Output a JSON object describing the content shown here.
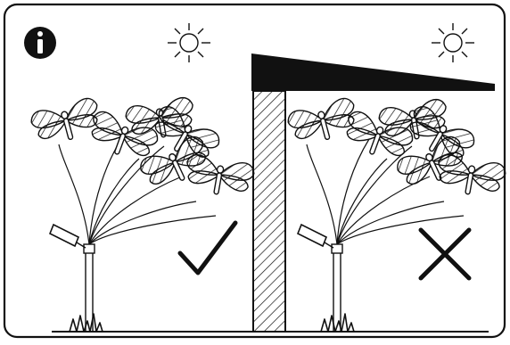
{
  "diagram": {
    "info_icon": "info-icon",
    "left_panel": {
      "verdict": "correct",
      "verdict_icon": "checkmark-icon",
      "scene": "solar-light-in-direct-sun"
    },
    "right_panel": {
      "verdict": "incorrect",
      "verdict_icon": "cross-icon",
      "scene": "solar-light-under-roof-shade"
    },
    "colors": {
      "ink": "#111111",
      "background": "#ffffff"
    }
  }
}
